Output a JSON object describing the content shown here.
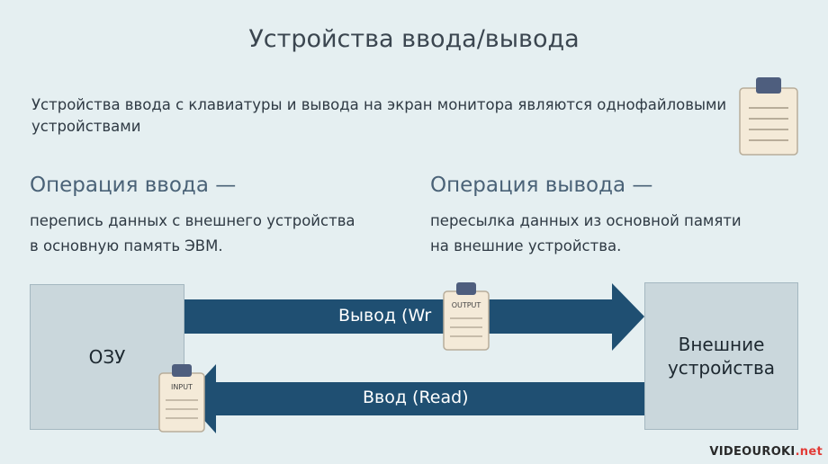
{
  "title": "Устройства ввода/вывода",
  "intro": "Устройства ввода с клавиатуры и вывода на экран монитора являются однофайловыми устройствами",
  "input_op": {
    "heading": "Операция ввода —",
    "line1": "перепись данных с внешнего устройства",
    "line2": "в основную память ЭВМ."
  },
  "output_op": {
    "heading": "Операция вывода —",
    "line1": "пересылка данных из основной памяти",
    "line2": "на внешние устройства."
  },
  "diagram": {
    "left_box": "ОЗУ",
    "right_box_line1": "Внешние",
    "right_box_line2": "устройства",
    "arrow_output_label": "Вывод (Wr",
    "arrow_input_label": "Ввод (Read)",
    "clip_output_label": "OUTPUT",
    "clip_input_label": "INPUT"
  },
  "colors": {
    "background": "#e5eff1",
    "arrow": "#1f4f72",
    "box": "#cad7dc",
    "clipboard_paper": "#f4ead8",
    "clipboard_clip": "#4e5e7e"
  },
  "footer": {
    "logo_main": "VIDEOUROKI",
    "logo_suffix": ".net"
  }
}
